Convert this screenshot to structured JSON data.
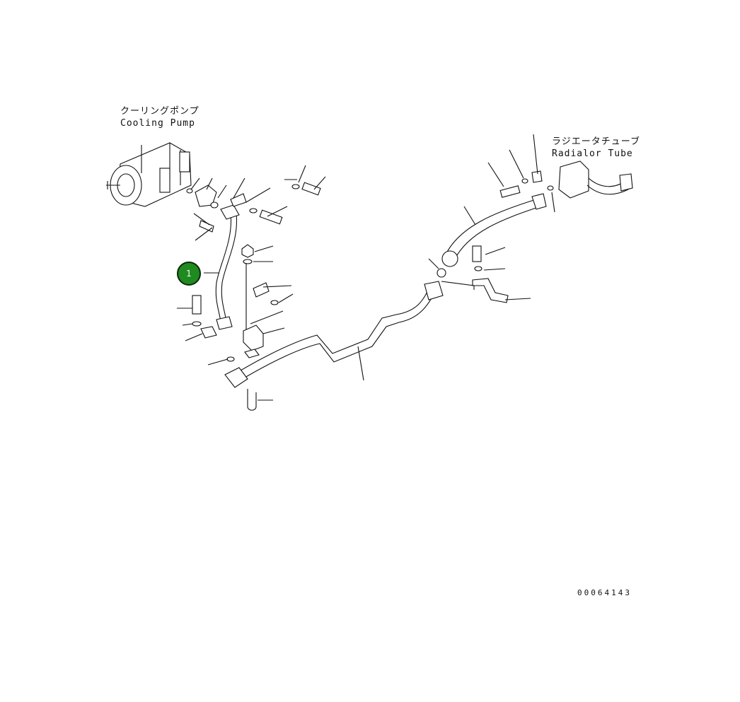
{
  "labels": {
    "cooling_pump_jp": "クーリングポンプ",
    "cooling_pump_en": "Cooling Pump",
    "radiator_tube_jp": "ラジエータチューブ",
    "radiator_tube_en": "Radialor Tube"
  },
  "callouts": [
    {
      "number": "1",
      "color": "#1f8a1f"
    }
  ],
  "drawing_code": "00064143"
}
